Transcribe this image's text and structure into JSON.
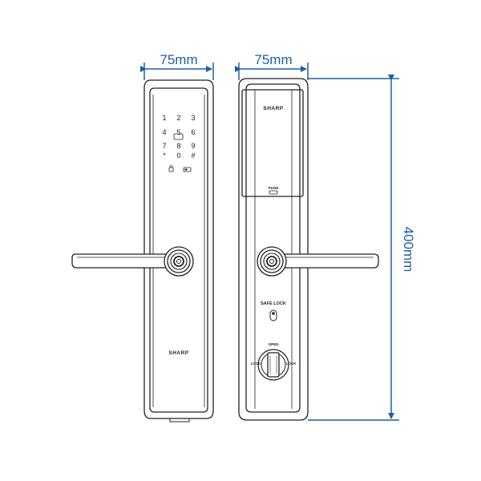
{
  "dimensions": {
    "front_width": "75mm",
    "back_width": "75mm",
    "height": "400mm"
  },
  "front_panel": {
    "keypad_keys": [
      "1",
      "2",
      "3",
      "4",
      "5",
      "6",
      "7",
      "8",
      "9",
      "*",
      "0",
      "#"
    ],
    "brand": "SHARP"
  },
  "back_panel": {
    "brand": "SHARP",
    "battery_label": "PUSH",
    "safe_lock_label": "SAFE LOCK",
    "knob_top_label": "OPEN",
    "knob_left_label": "LOCK",
    "knob_right_label": "LOCK"
  },
  "colors": {
    "dimension": "#1f5fa3",
    "outline": "#222222"
  }
}
